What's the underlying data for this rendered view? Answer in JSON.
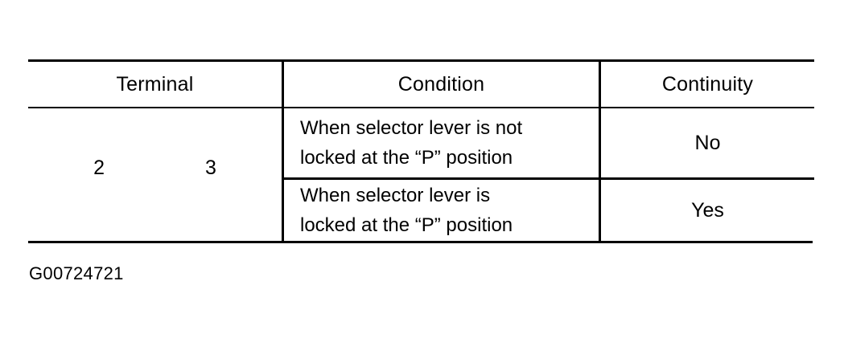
{
  "document": {
    "background_color": "#ffffff",
    "ink_color": "#000000"
  },
  "table": {
    "columns": [
      {
        "key": "terminal",
        "header": "Terminal"
      },
      {
        "key": "condition",
        "header": "Condition"
      },
      {
        "key": "continuity",
        "header": "Continuity"
      }
    ],
    "terminal": {
      "values": [
        "2",
        "3"
      ],
      "value_1": "2",
      "value_2": "3"
    },
    "rows": [
      {
        "condition": "When selector lever is not\nlocked at the “P” position",
        "continuity": "No"
      },
      {
        "condition": "When selector lever is\nlocked at the “P” position",
        "continuity": "Yes"
      }
    ]
  },
  "caption": {
    "text": "G00724721"
  }
}
